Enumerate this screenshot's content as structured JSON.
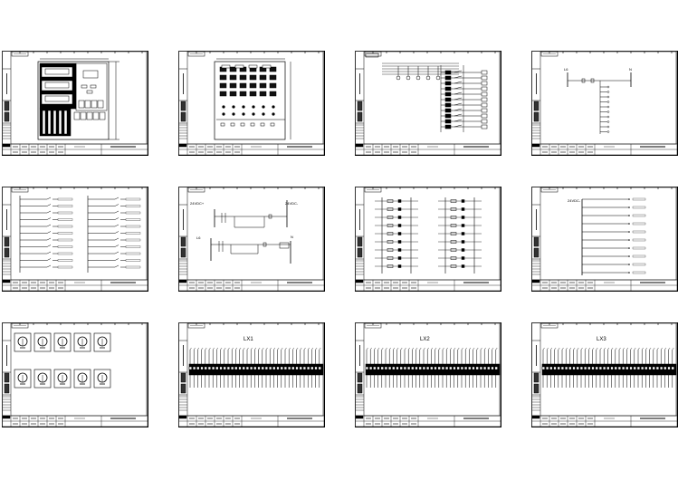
{
  "sheets": [
    {
      "kind": "cabinet-layout",
      "labels": []
    },
    {
      "kind": "panel-front",
      "labels": []
    },
    {
      "kind": "power-distribution",
      "labels": []
    },
    {
      "kind": "control-circuit",
      "labels": [
        "L6",
        "N"
      ]
    },
    {
      "kind": "breaker-list",
      "labels": []
    },
    {
      "kind": "relay-circuit",
      "labels": [
        "24VDC+",
        "24VDC-",
        "L6",
        "N"
      ]
    },
    {
      "kind": "io-wiring",
      "labels": []
    },
    {
      "kind": "dc-distribution",
      "labels": [
        "24VDC-"
      ]
    },
    {
      "kind": "device-symbols",
      "labels": []
    },
    {
      "kind": "terminal-strip",
      "labels": [
        "LX1"
      ]
    },
    {
      "kind": "terminal-strip",
      "labels": [
        "LX2"
      ]
    },
    {
      "kind": "terminal-strip",
      "labels": [
        "LX3"
      ]
    }
  ],
  "colors": {
    "line": "#000000",
    "paper": "#ffffff",
    "grey": "#888888"
  }
}
